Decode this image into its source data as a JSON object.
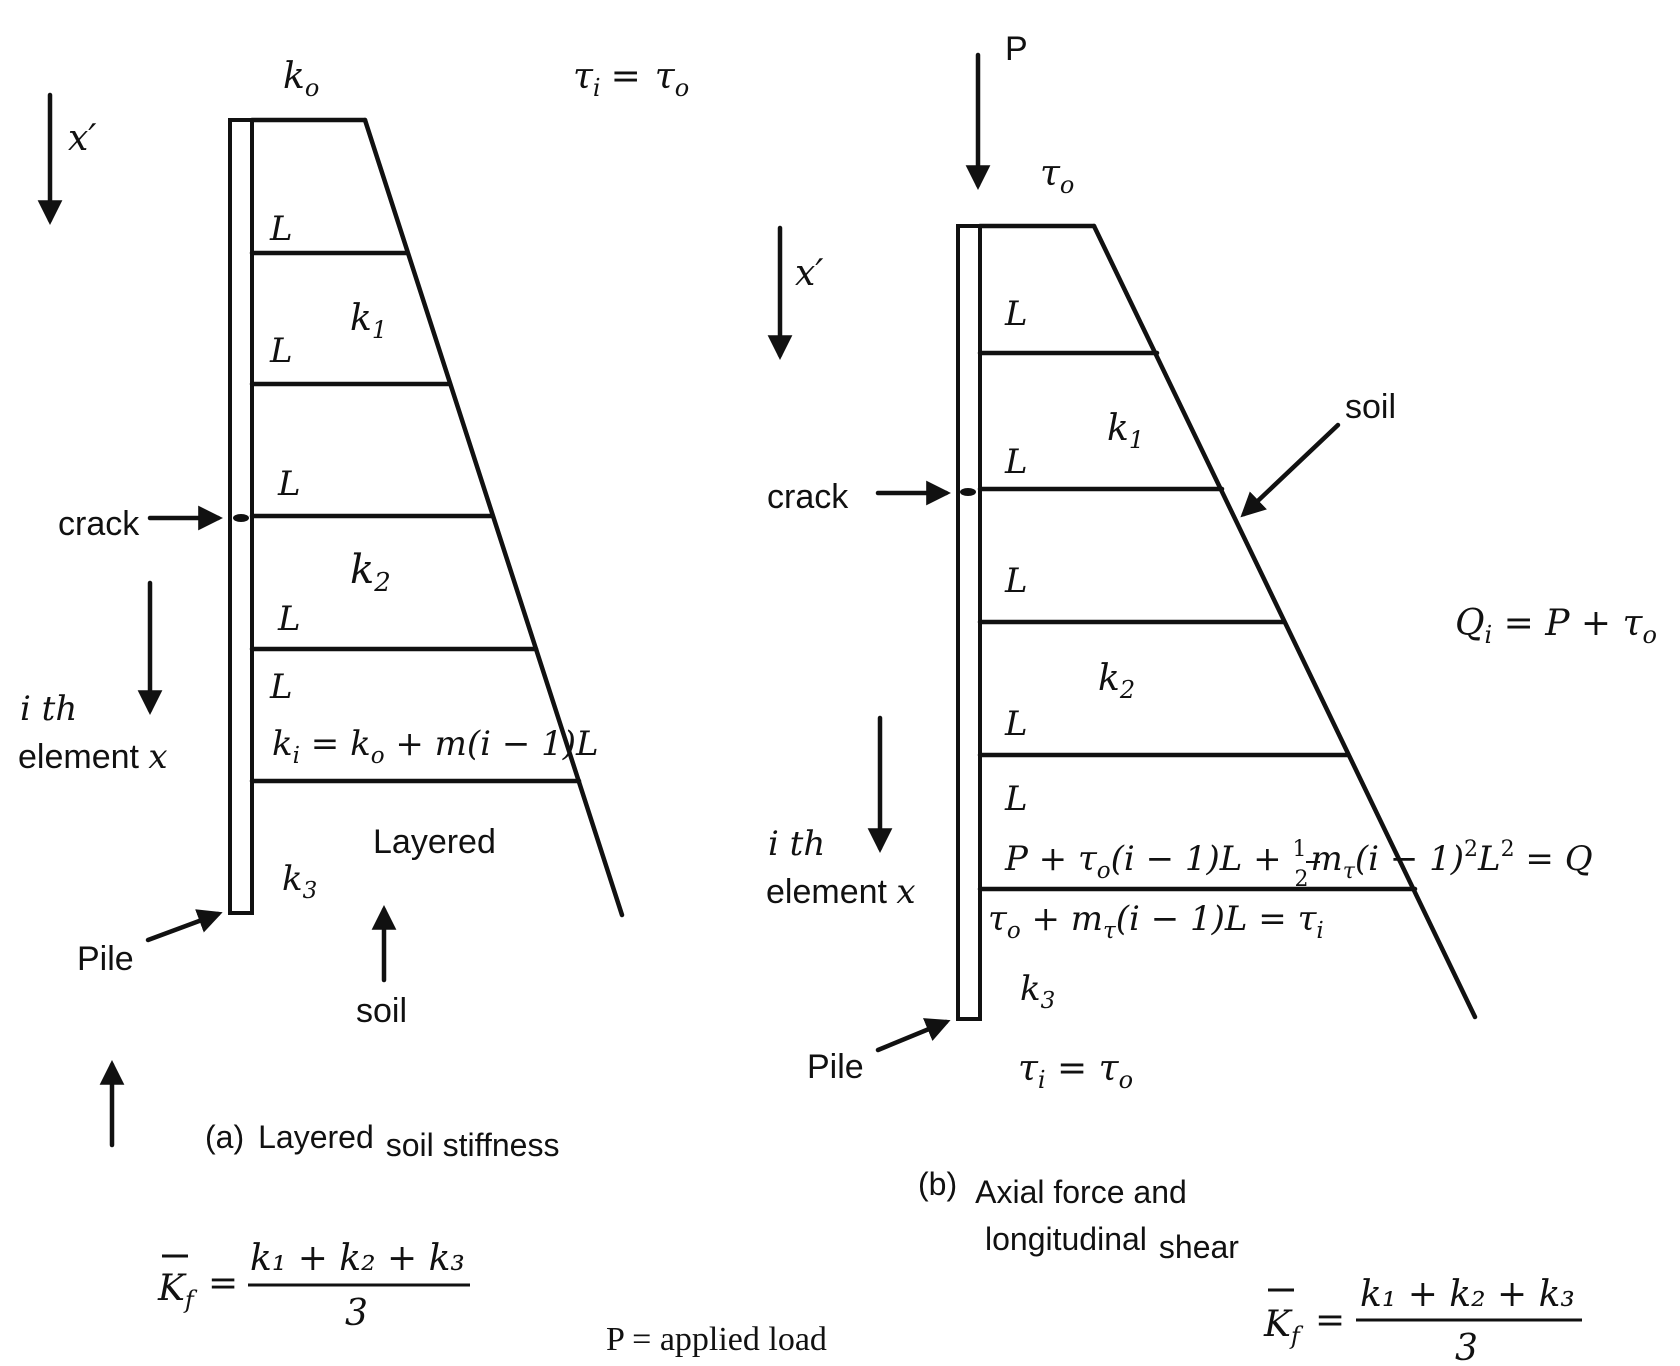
{
  "panel_a": {
    "ko": "k",
    "ko_sub": "o",
    "tau_i": "τ",
    "tau_i_sub": "i",
    "tau_eq": "=",
    "tau_o": "τ",
    "tau_o_sub": "o",
    "xprime": "x′",
    "L_labels": [
      "L",
      "L",
      "L",
      "L",
      "L"
    ],
    "k1": "k",
    "k1_sub": "1",
    "k2": "k",
    "k2_sub": "2",
    "k3": "k",
    "k3_sub": "3",
    "crack": "crack",
    "ith": "i th",
    "element": "element",
    "element_x": "x",
    "ki_eq_a": "k",
    "ki_eq_sub": "i",
    "ki_eq_b": " = k",
    "ki_eq_sub2": "o",
    "ki_eq_c": " + m(i − 1)L",
    "layered": "Layered",
    "pile": "Pile",
    "soil": "soil",
    "caption_tag": "(a)",
    "caption_1": "Layered",
    "caption_2": "soil stiffness",
    "kf_K": "K",
    "kf_sub": "f",
    "kf_eq": "=",
    "kf_num": "k₁ + k₂ + k₃",
    "kf_den": "3"
  },
  "panel_b": {
    "P": "P",
    "tau_o": "τ",
    "tau_o_sub": "o",
    "xprime": "x′",
    "L_labels": [
      "L",
      "L",
      "L",
      "L",
      "L"
    ],
    "k1": "k",
    "k1_sub": "1",
    "k2": "k",
    "k2_sub": "2",
    "k3": "k",
    "k3_sub": "3",
    "soil": "soil",
    "crack": "crack",
    "Qi": "Q",
    "Qi_sub": "i",
    "Qi_rhs": " =  P + τ",
    "Qi_rhs_sub": "o",
    "ith": "i th",
    "element": "element",
    "element_x": "x",
    "Q_eq_a": "P + τ",
    "Q_eq_sub": "o",
    "Q_eq_b": "(i − 1)L + ",
    "Q_half_num": "1",
    "Q_half_den": "2",
    "Q_eq_c": "m",
    "Q_eq_c_sub": "τ",
    "Q_eq_d": "(i − 1)",
    "Q_eq_sup": "2",
    "Q_eq_e": "L",
    "Q_eq_sup2": "2",
    "Q_eq_f": " = Q",
    "tau_eq_a": "τ",
    "tau_eq_sub": "o",
    "tau_eq_b": " + m",
    "tau_eq_sub2": "τ",
    "tau_eq_c": "(i − 1)L = τ",
    "tau_eq_sub3": "i",
    "pile": "Pile",
    "tau_bottom": "τ",
    "tau_bottom_sub": "i",
    "tau_bottom_eq": " =  τ",
    "tau_bottom_sub2": "o",
    "caption_tag": "(b)",
    "caption_1": "Axial force and",
    "caption_2": "longitudinal",
    "caption_3": "shear",
    "kf_K": "K",
    "kf_sub": "f",
    "kf_eq": "=",
    "kf_num": "k₁ + k₂ + k₃",
    "kf_den": "3"
  },
  "footer": {
    "applied_load": "P = applied load"
  }
}
